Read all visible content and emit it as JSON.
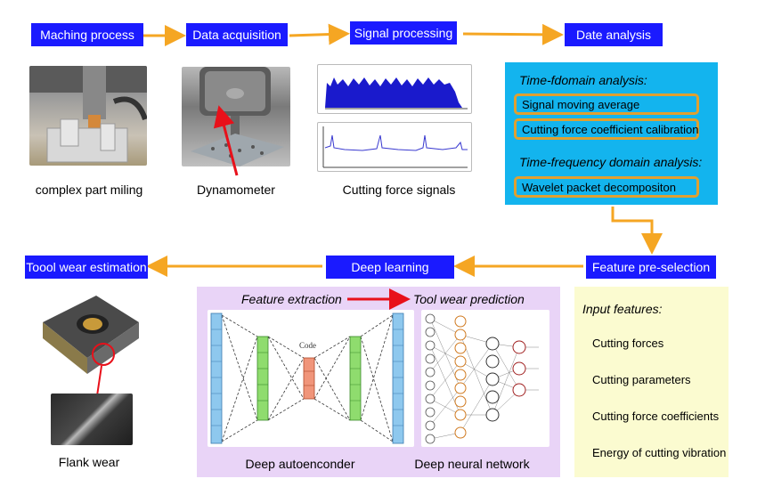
{
  "process_steps": {
    "machining": "Maching process",
    "data_acquisition": "Data acquisition",
    "signal_processing": "Signal processing",
    "date_analysis": "Date analysis"
  },
  "captions": {
    "milling": "complex part miling",
    "dynamometer": "Dynamometer",
    "signals": "Cutting force signals",
    "flank_wear": "Flank wear",
    "autoencoder": "Deep autoenconder",
    "dnn": "Deep neural network"
  },
  "analysis": {
    "time_domain_title": "Time-fdomain analysis:",
    "moving_average": "Signal moving average",
    "coefficient_calibration": "Cutting force coefficient calibration",
    "time_frequency_title": "Time-frequency domain analysis:",
    "wavelet": "Wavelet packet decompositon"
  },
  "lower_steps": {
    "tool_wear": "Toool wear estimation",
    "deep_learning": "Deep learning",
    "feature_preselection": "Feature pre-selection"
  },
  "deep_learning_panel": {
    "feature_extraction": "Feature extraction",
    "tool_wear_prediction": "Tool wear prediction",
    "code_label": "Code"
  },
  "input_features": {
    "title": "Input features:",
    "items": [
      "Cutting forces",
      "Cutting parameters",
      "Cutting force coefficients",
      "Energy of cutting vibration"
    ]
  },
  "colors": {
    "step_box": "#1a1aff",
    "arrow": "#f5a623",
    "analysis_panel": "#13b4ee",
    "outline_orange": "#e0a030",
    "purple_panel": "#e9d4f7",
    "yellow_panel": "#fbfbd0",
    "red_arrow": "#e8101a",
    "signal_blue": "#1a1acc"
  }
}
